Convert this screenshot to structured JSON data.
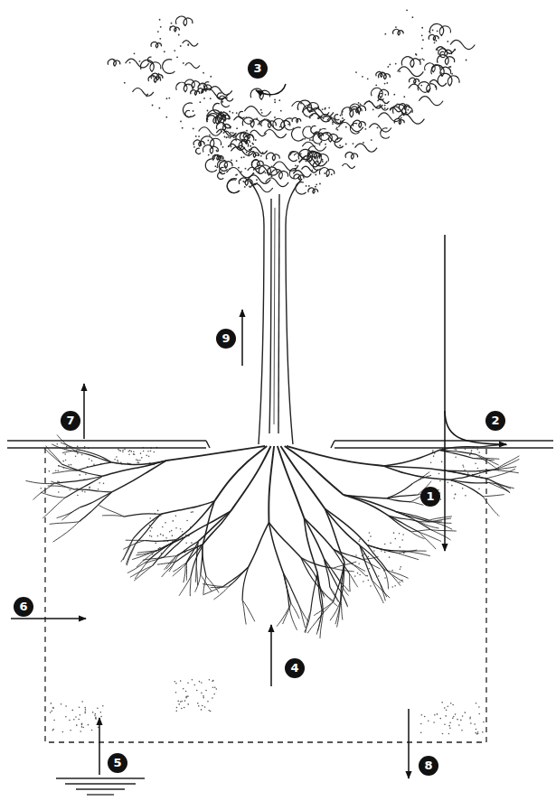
{
  "diagram": {
    "labels": [
      "3",
      "9",
      "7",
      "2",
      "1",
      "6",
      "4",
      "5",
      "8"
    ]
  }
}
